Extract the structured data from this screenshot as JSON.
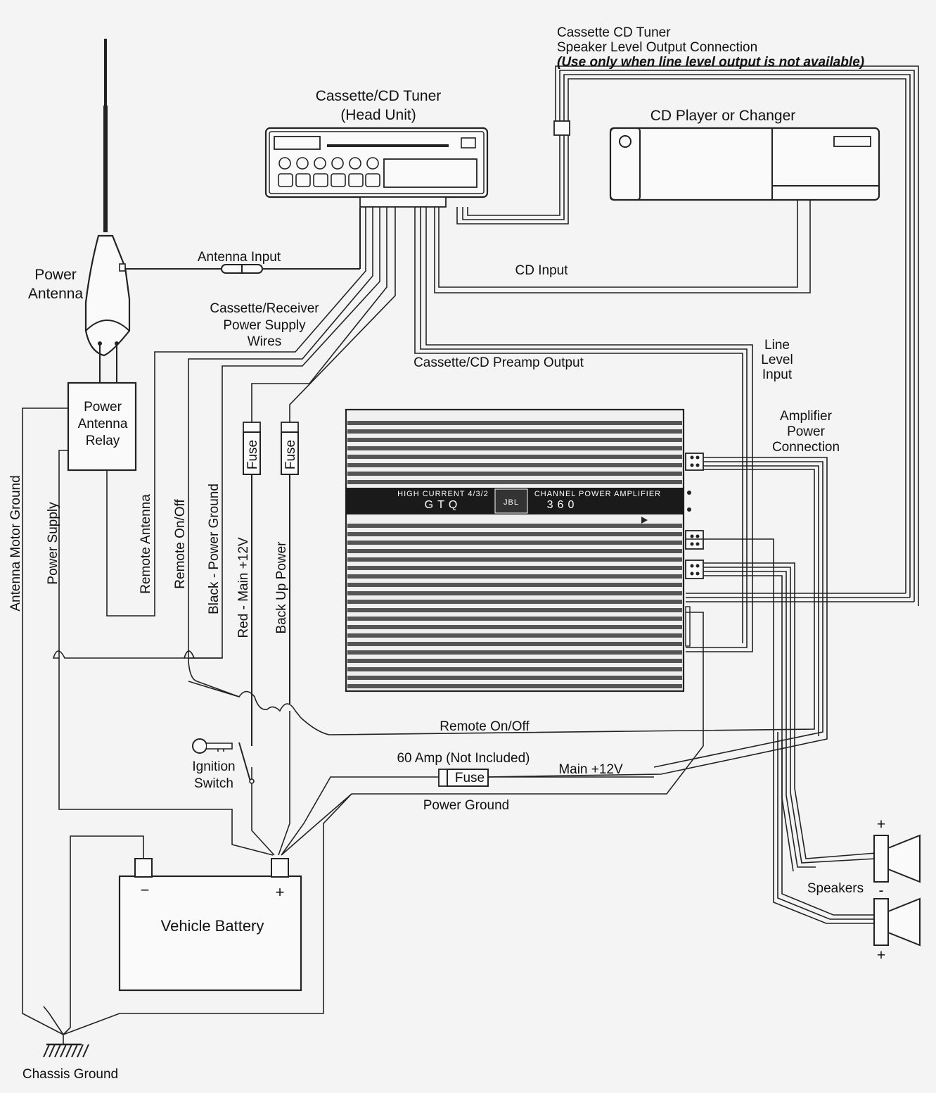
{
  "labels": {
    "speaker_level_line1": "Cassette CD Tuner",
    "speaker_level_line2": "Speaker Level Output Connection",
    "speaker_level_note": "(Use only when line level output is not available)",
    "head_unit_line1": "Cassette/CD Tuner",
    "head_unit_line2": "(Head Unit)",
    "cd_player": "CD Player or Changer",
    "power_antenna_line1": "Power",
    "power_antenna_line2": "Antenna",
    "antenna_input": "Antenna Input",
    "cd_input": "CD Input",
    "receiver_supply_line1": "Cassette/Receiver",
    "receiver_supply_line2": "Power Supply",
    "receiver_supply_line3": "Wires",
    "preamp_output": "Cassette/CD Preamp Output",
    "line_level_line1": "Line",
    "line_level_line2": "Level",
    "line_level_line3": "Input",
    "amp_power_line1": "Amplifier",
    "amp_power_line2": "Power",
    "amp_power_line3": "Connection",
    "relay_line1": "Power",
    "relay_line2": "Antenna",
    "relay_line3": "Relay",
    "fuse": "Fuse",
    "antenna_motor_ground": "Antenna Motor Ground",
    "power_supply": "Power Supply",
    "remote_antenna": "Remote Antenna",
    "remote_on_off_vertical": "Remote On/Off",
    "black_power_ground": "Black - Power Ground",
    "red_main": "Red - Main +12V",
    "back_up_power": "Back Up Power",
    "remote_on_off": "Remote On/Off",
    "ignition_line1": "Ignition",
    "ignition_line2": "Switch",
    "fuse_rating": "60 Amp (Not Included)",
    "main_12v": "Main +12V",
    "power_ground": "Power Ground",
    "speakers": "Speakers",
    "battery": "Vehicle Battery",
    "battery_neg": "−",
    "battery_pos": "+",
    "plus": "+",
    "minus": "-",
    "chassis_ground": "Chassis Ground"
  },
  "amplifier": {
    "strip_left": "HIGH CURRENT 4/3/2",
    "model_left": "GTQ",
    "brand": "JBL",
    "strip_right": "CHANNEL POWER AMPLIFIER",
    "model_right": "360"
  }
}
